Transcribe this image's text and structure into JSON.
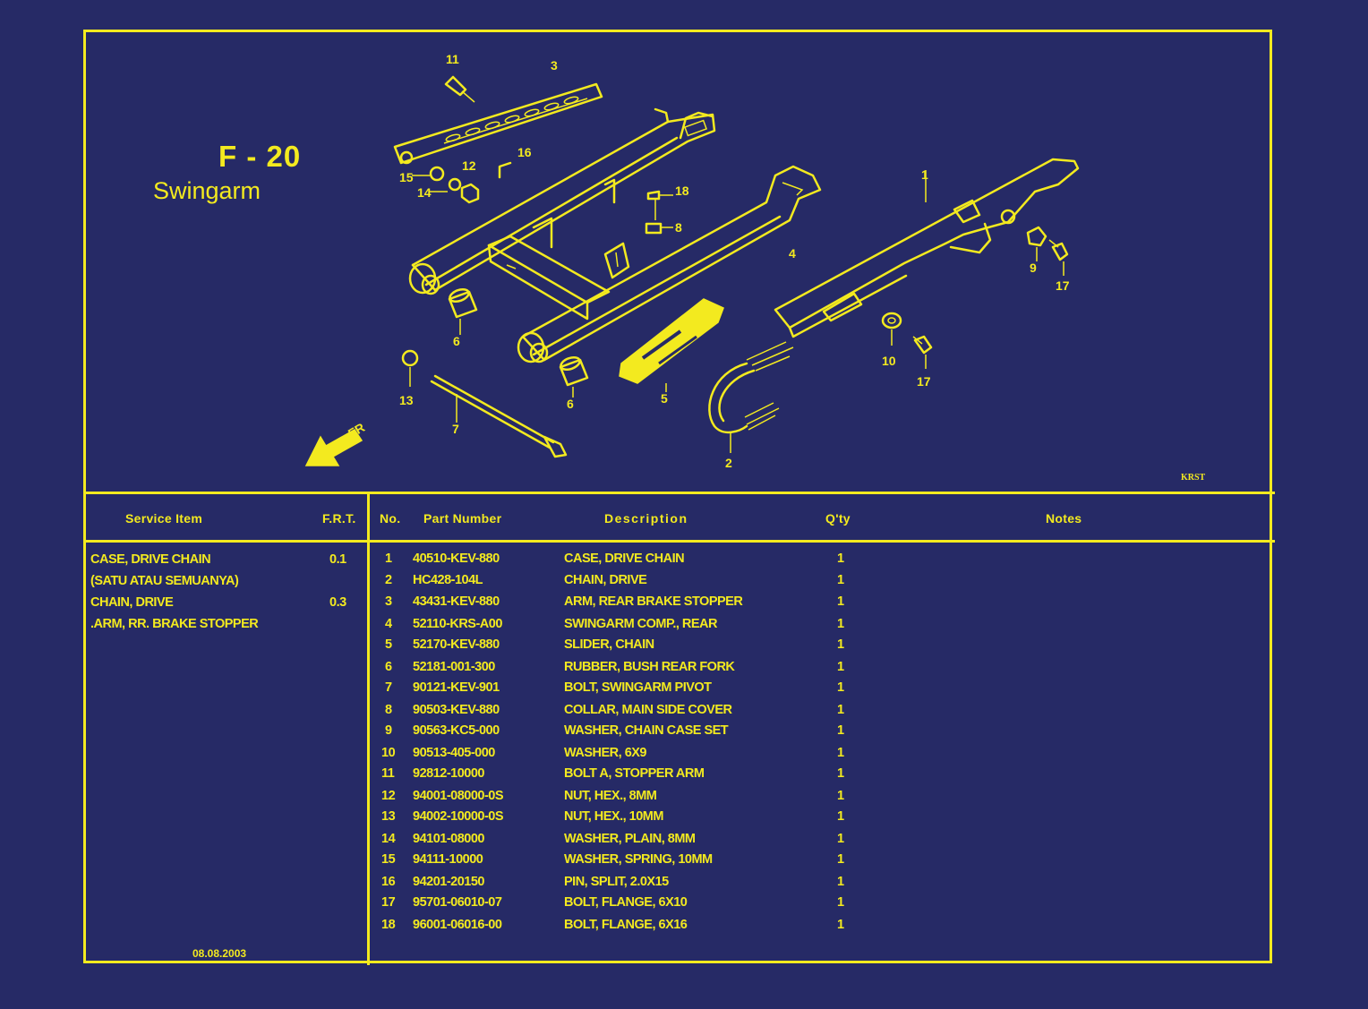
{
  "header": {
    "code": "F - 20",
    "title": "Swingarm",
    "ref": "KRST"
  },
  "diagram": {
    "callouts": [
      "1",
      "2",
      "3",
      "4",
      "5",
      "6",
      "6",
      "7",
      "8",
      "9",
      "10",
      "11",
      "12",
      "13",
      "14",
      "15",
      "16",
      "17",
      "17",
      "18"
    ],
    "direction_label": "FR"
  },
  "service": {
    "col_item": "Service Item",
    "col_frt": "F.R.T.",
    "rows": [
      {
        "item": "CASE, DRIVE CHAIN",
        "frt": "0.1"
      },
      {
        "item": "(SATU ATAU SEMUANYA)",
        "frt": ""
      },
      {
        "item": "CHAIN, DRIVE",
        "frt": "0.3"
      },
      {
        "item": ".ARM, RR. BRAKE STOPPER",
        "frt": ""
      }
    ],
    "date": "08.08.2003"
  },
  "parts": {
    "col_no": "No.",
    "col_part": "Part Number",
    "col_desc": "Description",
    "col_qty": "Q'ty",
    "col_notes": "Notes",
    "rows": [
      {
        "no": "1",
        "part": "40510-KEV-880",
        "desc": "CASE, DRIVE CHAIN",
        "qty": "1"
      },
      {
        "no": "2",
        "part": "HC428-104L",
        "desc": "CHAIN, DRIVE",
        "qty": "1"
      },
      {
        "no": "3",
        "part": "43431-KEV-880",
        "desc": "ARM, REAR BRAKE STOPPER",
        "qty": "1"
      },
      {
        "no": "4",
        "part": "52110-KRS-A00",
        "desc": "SWINGARM COMP., REAR",
        "qty": "1"
      },
      {
        "no": "5",
        "part": "52170-KEV-880",
        "desc": "SLIDER, CHAIN",
        "qty": "1"
      },
      {
        "no": "6",
        "part": "52181-001-300",
        "desc": "RUBBER, BUSH REAR FORK",
        "qty": "1"
      },
      {
        "no": "7",
        "part": "90121-KEV-901",
        "desc": "BOLT, SWINGARM PIVOT",
        "qty": "1"
      },
      {
        "no": "8",
        "part": "90503-KEV-880",
        "desc": "COLLAR, MAIN SIDE COVER",
        "qty": "1"
      },
      {
        "no": "9",
        "part": "90563-KC5-000",
        "desc": "WASHER, CHAIN CASE SET",
        "qty": "1"
      },
      {
        "no": "10",
        "part": "90513-405-000",
        "desc": "WASHER, 6X9",
        "qty": "1"
      },
      {
        "no": "11",
        "part": "92812-10000",
        "desc": "BOLT A, STOPPER ARM",
        "qty": "1"
      },
      {
        "no": "12",
        "part": "94001-08000-0S",
        "desc": "NUT, HEX., 8MM",
        "qty": "1"
      },
      {
        "no": "13",
        "part": "94002-10000-0S",
        "desc": "NUT, HEX., 10MM",
        "qty": "1"
      },
      {
        "no": "14",
        "part": "94101-08000",
        "desc": "WASHER, PLAIN, 8MM",
        "qty": "1"
      },
      {
        "no": "15",
        "part": "94111-10000",
        "desc": "WASHER, SPRING, 10MM",
        "qty": "1"
      },
      {
        "no": "16",
        "part": "94201-20150",
        "desc": "PIN, SPLIT, 2.0X15",
        "qty": "1"
      },
      {
        "no": "17",
        "part": "95701-06010-07",
        "desc": "BOLT, FLANGE, 6X10",
        "qty": "1"
      },
      {
        "no": "18",
        "part": "96001-06016-00",
        "desc": "BOLT, FLANGE, 6X16",
        "qty": "1"
      }
    ]
  },
  "colors": {
    "background": "#262a66",
    "ink": "#f3ea1f"
  }
}
